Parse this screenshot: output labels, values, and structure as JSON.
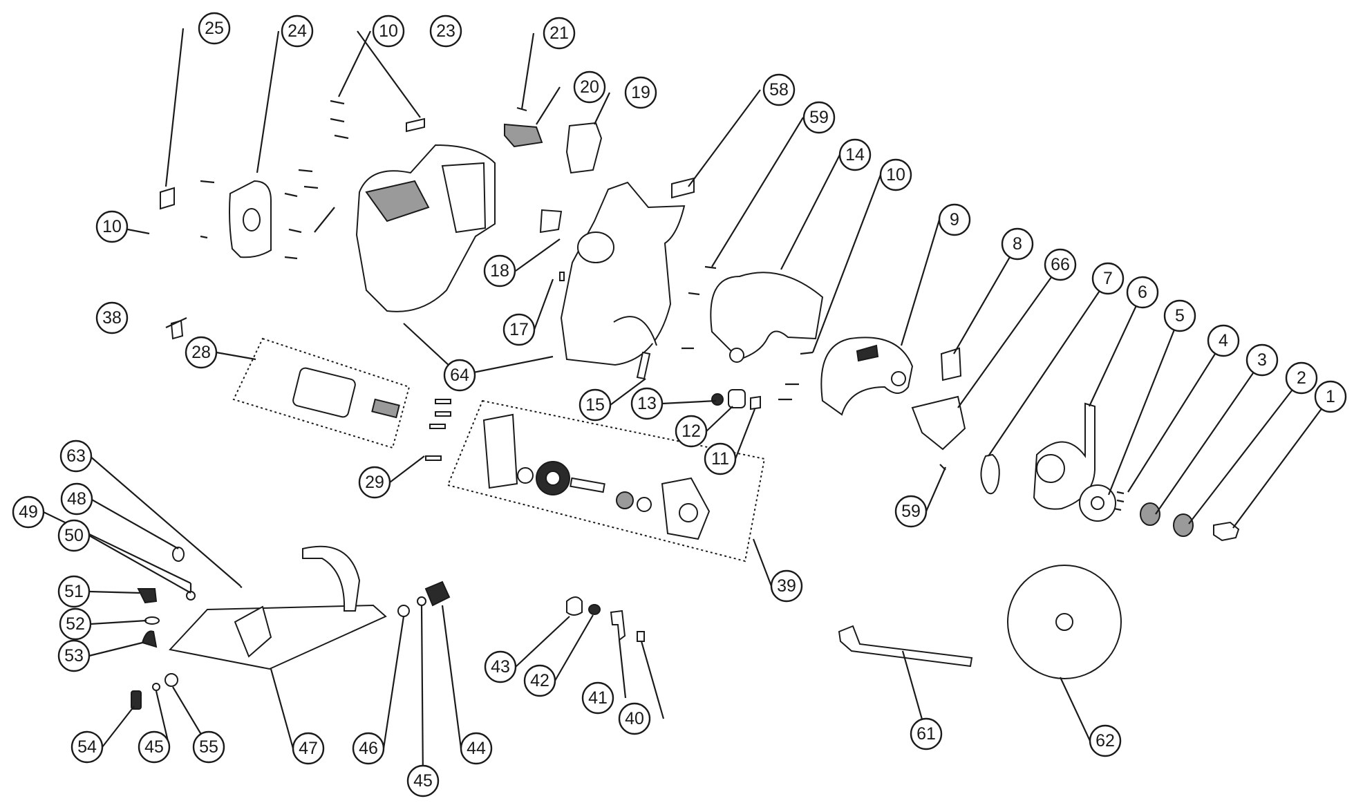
{
  "diagram": {
    "type": "exploded-parts-diagram",
    "colors": {
      "ink": "#1a1a1a",
      "background": "#ffffff"
    },
    "callouts": [
      {
        "id": "c25",
        "label": "25"
      },
      {
        "id": "c24",
        "label": "24"
      },
      {
        "id": "c10a",
        "label": "10"
      },
      {
        "id": "c23",
        "label": "23"
      },
      {
        "id": "c21",
        "label": "21"
      },
      {
        "id": "c20",
        "label": "20"
      },
      {
        "id": "c19",
        "label": "19"
      },
      {
        "id": "c58",
        "label": "58"
      },
      {
        "id": "c59a",
        "label": "59"
      },
      {
        "id": "c14",
        "label": "14"
      },
      {
        "id": "c10b",
        "label": "10"
      },
      {
        "id": "c10c",
        "label": "10"
      },
      {
        "id": "c18",
        "label": "18"
      },
      {
        "id": "c17",
        "label": "17"
      },
      {
        "id": "c64",
        "label": "64"
      },
      {
        "id": "c38",
        "label": "38"
      },
      {
        "id": "c28",
        "label": "28"
      },
      {
        "id": "c15",
        "label": "15"
      },
      {
        "id": "c13",
        "label": "13"
      },
      {
        "id": "c12",
        "label": "12"
      },
      {
        "id": "c11",
        "label": "11"
      },
      {
        "id": "c9",
        "label": "9"
      },
      {
        "id": "c8",
        "label": "8"
      },
      {
        "id": "c66",
        "label": "66"
      },
      {
        "id": "c7",
        "label": "7"
      },
      {
        "id": "c6",
        "label": "6"
      },
      {
        "id": "c5",
        "label": "5"
      },
      {
        "id": "c4",
        "label": "4"
      },
      {
        "id": "c3",
        "label": "3"
      },
      {
        "id": "c2",
        "label": "2"
      },
      {
        "id": "c1",
        "label": "1"
      },
      {
        "id": "c29",
        "label": "29"
      },
      {
        "id": "c59b",
        "label": "59"
      },
      {
        "id": "c63",
        "label": "63"
      },
      {
        "id": "c48",
        "label": "48"
      },
      {
        "id": "c49",
        "label": "49"
      },
      {
        "id": "c50",
        "label": "50"
      },
      {
        "id": "c51",
        "label": "51"
      },
      {
        "id": "c52",
        "label": "52"
      },
      {
        "id": "c53",
        "label": "53"
      },
      {
        "id": "c39",
        "label": "39"
      },
      {
        "id": "c54",
        "label": "54"
      },
      {
        "id": "c45a",
        "label": "45"
      },
      {
        "id": "c55",
        "label": "55"
      },
      {
        "id": "c47",
        "label": "47"
      },
      {
        "id": "c46",
        "label": "46"
      },
      {
        "id": "c44",
        "label": "44"
      },
      {
        "id": "c45b",
        "label": "45"
      },
      {
        "id": "c43",
        "label": "43"
      },
      {
        "id": "c42",
        "label": "42"
      },
      {
        "id": "c41",
        "label": "41"
      },
      {
        "id": "c40",
        "label": "40"
      },
      {
        "id": "c61",
        "label": "61"
      },
      {
        "id": "c62",
        "label": "62"
      }
    ]
  }
}
